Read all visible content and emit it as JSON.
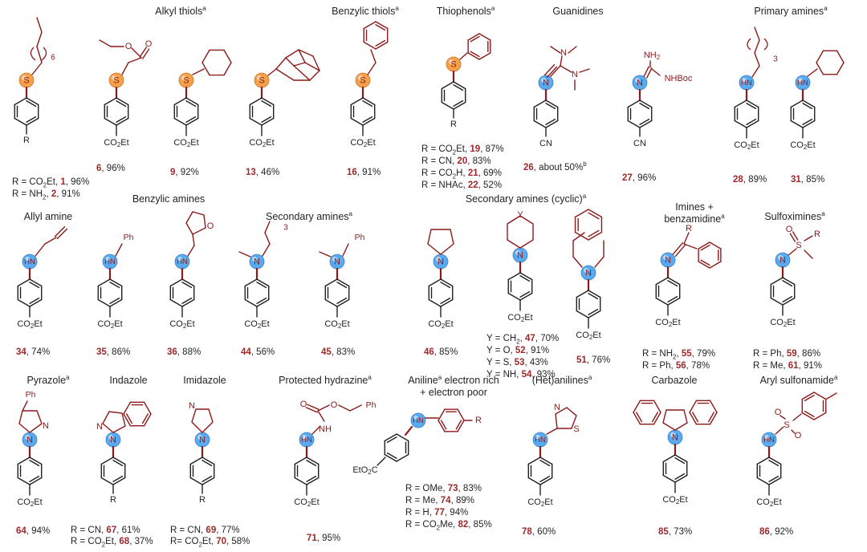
{
  "colors": {
    "bond_black": "#231f20",
    "bond_red": "#8b1a1a",
    "atom_text": "#8b1a1a",
    "compound_number": "#a0282a",
    "sulfur_sphere": "#f5a04a",
    "nitrogen_sphere": "#5aaaf0"
  },
  "headings": {
    "alkyl_thiols": {
      "text": "Alkyl thiols",
      "sup": "a"
    },
    "benzylic_thiols": {
      "text": "Benzylic thiols",
      "sup": "a"
    },
    "thiophenols": {
      "text": "Thiophenols",
      "sup": "a"
    },
    "guanidines": {
      "text": "Guanidines",
      "sup": ""
    },
    "primary_amines": {
      "text": "Primary amines",
      "sup": "a"
    },
    "allyl_amine": {
      "text": "Allyl amine",
      "sup": ""
    },
    "benzylic_amines": {
      "text": "Benzylic amines",
      "sup": ""
    },
    "secondary_amines": {
      "text": "Secondary amines",
      "sup": "a"
    },
    "secondary_amines_cyclic": {
      "text": "Secondary amines (cyclic)",
      "sup": "a"
    },
    "imines_line1": {
      "text": "Imines +",
      "sup": ""
    },
    "imines_line2": {
      "text": "benzamidine",
      "sup": "a"
    },
    "sulfoximines": {
      "text": "Sulfoximines",
      "sup": "a"
    },
    "pyrazole": {
      "text": "Pyrazole",
      "sup": "a"
    },
    "indazole": {
      "text": "Indazole",
      "sup": ""
    },
    "imidazole": {
      "text": "Imidazole",
      "sup": ""
    },
    "protected_hydrazine": {
      "text": "Protected hydrazine",
      "sup": "a"
    },
    "aniline_line1": {
      "text": "Aniline",
      "sup": "a",
      "rest": " electron rich"
    },
    "aniline_line2": {
      "text": "+ electron poor",
      "sup": ""
    },
    "hetanilines": {
      "text": "(Het)anilines",
      "sup": "a"
    },
    "carbazole": {
      "text": "Carbazole",
      "sup": ""
    },
    "aryl_sulfonamide": {
      "text": "Aryl sulfonamide",
      "sup": "a"
    }
  },
  "captions": {
    "c1": {
      "pre": "R = CO",
      "sub": "2",
      "post": "Et, ",
      "num": "1",
      "yield": ", 96%"
    },
    "c2": {
      "pre": "R = NH",
      "sub": "2",
      "post": ", ",
      "num": "2",
      "yield": ", 91%"
    },
    "c6": {
      "pre": "",
      "sub": "",
      "post": "",
      "num": "6",
      "yield": ", 96%"
    },
    "c9": {
      "pre": "",
      "sub": "",
      "post": "",
      "num": "9",
      "yield": ", 92%"
    },
    "c13": {
      "pre": "",
      "sub": "",
      "post": "",
      "num": "13",
      "yield": ", 46%"
    },
    "c16": {
      "pre": "",
      "sub": "",
      "post": "",
      "num": "16",
      "yield": ", 91%"
    },
    "c19": {
      "pre": "R = CO",
      "sub": "2",
      "post": "Et, ",
      "num": "19",
      "yield": ", 87%"
    },
    "c20": {
      "pre": "R = CN, ",
      "sub": "",
      "post": "",
      "num": "20",
      "yield": ", 83%"
    },
    "c21": {
      "pre": "R = CO",
      "sub": "2",
      "post": "H, ",
      "num": "21",
      "yield": ", 69%"
    },
    "c22": {
      "pre": "R = NHAc, ",
      "sub": "",
      "post": "",
      "num": "22",
      "yield": ", 52%"
    },
    "c26": {
      "pre": "",
      "sub": "",
      "post": "",
      "num": "26",
      "yield": ", about 50%",
      "sup": "b"
    },
    "c27": {
      "pre": "",
      "sub": "",
      "post": "",
      "num": "27",
      "yield": ", 96%"
    },
    "c28": {
      "pre": "",
      "sub": "",
      "post": "",
      "num": "28",
      "yield": ", 89%"
    },
    "c31": {
      "pre": "",
      "sub": "",
      "post": "",
      "num": "31",
      "yield": ", 85%"
    },
    "c34": {
      "pre": "",
      "sub": "",
      "post": "",
      "num": "34",
      "yield": ", 74%"
    },
    "c35": {
      "pre": "",
      "sub": "",
      "post": "",
      "num": "35",
      "yield": ", 86%"
    },
    "c36": {
      "pre": "",
      "sub": "",
      "post": "",
      "num": "36",
      "yield": ", 88%"
    },
    "c44": {
      "pre": "",
      "sub": "",
      "post": "",
      "num": "44",
      "yield": ", 56%"
    },
    "c45": {
      "pre": "",
      "sub": "",
      "post": "",
      "num": "45",
      "yield": ", 83%"
    },
    "c46": {
      "pre": "",
      "sub": "",
      "post": "",
      "num": "46",
      "yield": ", 85%"
    },
    "c47": {
      "pre": "Y = CH",
      "sub": "2",
      "post": ", ",
      "num": "47",
      "yield": ", 70%"
    },
    "c52": {
      "pre": "Y = O, ",
      "sub": "",
      "post": "",
      "num": "52",
      "yield": ", 91%"
    },
    "c53": {
      "pre": "Y = S, ",
      "sub": "",
      "post": "",
      "num": "53",
      "yield": ", 43%"
    },
    "c54": {
      "pre": "Y = NH, ",
      "sub": "",
      "post": "",
      "num": "54",
      "yield": ", 93%"
    },
    "c51": {
      "pre": "",
      "sub": "",
      "post": "",
      "num": "51",
      "yield": ", 76%"
    },
    "c55": {
      "pre": "R = NH",
      "sub": "2",
      "post": ", ",
      "num": "55",
      "yield": ", 79%"
    },
    "c56": {
      "pre": "R = Ph, ",
      "sub": "",
      "post": "",
      "num": "56",
      "yield": ", 78%"
    },
    "c59": {
      "pre": "R = Ph, ",
      "sub": "",
      "post": "",
      "num": "59",
      "yield": ", 86%"
    },
    "c61": {
      "pre": "R = Me, ",
      "sub": "",
      "post": "",
      "num": "61",
      "yield": ", 91%"
    },
    "c64": {
      "pre": "",
      "sub": "",
      "post": "",
      "num": "64",
      "yield": ", 94%"
    },
    "c67": {
      "pre": "R = CN, ",
      "sub": "",
      "post": "",
      "num": "67",
      "yield": ", 61%"
    },
    "c68": {
      "pre": "R = CO",
      "sub": "2",
      "post": "Et, ",
      "num": "68",
      "yield": ", 37%"
    },
    "c69": {
      "pre": "R = CN, ",
      "sub": "",
      "post": "",
      "num": "69",
      "yield": ", 77%"
    },
    "c70": {
      "pre": "R= CO",
      "sub": "2",
      "post": "Et, ",
      "num": "70",
      "yield": ", 58%"
    },
    "c71": {
      "pre": "",
      "sub": "",
      "post": "",
      "num": "71",
      "yield": ", 95%"
    },
    "c73": {
      "pre": "R = OMe, ",
      "sub": "",
      "post": "",
      "num": "73",
      "yield": ", 83%"
    },
    "c74": {
      "pre": "R = Me, ",
      "sub": "",
      "post": "",
      "num": "74",
      "yield": ", 89%"
    },
    "c77": {
      "pre": "R = H, ",
      "sub": "",
      "post": "",
      "num": "77",
      "yield": ", 94%"
    },
    "c82": {
      "pre": "R = CO",
      "sub": "2",
      "post": "Me, ",
      "num": "82",
      "yield": ", 85%"
    },
    "c78": {
      "pre": "",
      "sub": "",
      "post": "",
      "num": "78",
      "yield": ", 60%"
    },
    "c85": {
      "pre": "",
      "sub": "",
      "post": "",
      "num": "85",
      "yield": ", 73%"
    },
    "c86": {
      "pre": "",
      "sub": "",
      "post": "",
      "num": "86",
      "yield": ", 92%"
    }
  },
  "atom_labels": {
    "S": "S",
    "N": "N",
    "HN": "HN",
    "O": "O",
    "R": "R",
    "Y": "Y",
    "Ph": "Ph",
    "CN": "CN",
    "NH2": "NH",
    "NH2_sub": "2",
    "NHBoc": "NHBoc",
    "NH": "NH",
    "CO2Et_a": "CO",
    "CO2Et_sub": "2",
    "CO2Et_b": "Et",
    "EtO2C_a": "EtO",
    "EtO2C_sub": "2",
    "EtO2C_b": "C",
    "chain6": "6",
    "chain3": "3"
  }
}
